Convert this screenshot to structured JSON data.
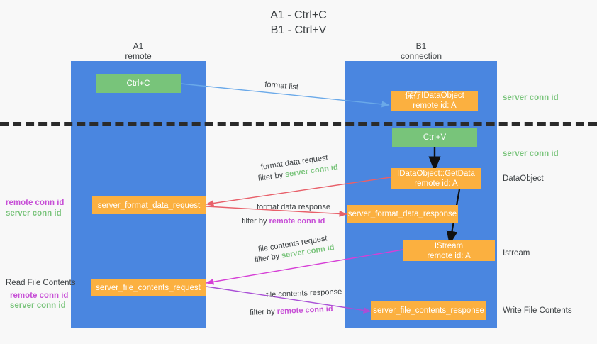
{
  "title": "A1 - Ctrl+C\nB1 - Ctrl+V",
  "columns": {
    "left": {
      "name": "A1",
      "role": "remote",
      "header": "A1\nremote"
    },
    "right": {
      "name": "B1",
      "role": "connection",
      "header": "B1\nconnection"
    }
  },
  "colors": {
    "lane": "#4a86e0",
    "box_orange": "#fbb040",
    "box_green": "#78c47a",
    "server_conn_id": "#7ac47c",
    "remote_conn_id": "#c74fd6",
    "arrow_blue": "#6aa9e9",
    "arrow_red": "#e8606a",
    "arrow_magenta": "#d63fd6",
    "arrow_purple": "#a94fd6",
    "arrow_black": "#111111",
    "divider": "#2b2b2b",
    "background": "#f8f8f8",
    "text": "#3c4043"
  },
  "boxes": {
    "ctrl_c": "Ctrl+C",
    "ctrl_v": "Ctrl+V",
    "save_idataobject": "保存IDataObject\nremote id: A",
    "getdata": "IDataObject::GetData\nremote id: A",
    "istream": "IStream\nremote id: A",
    "server_format_data_request": "server_format_data_request",
    "server_format_data_response": "server_format_data_response",
    "server_file_contents_request": "server_file_contents_request",
    "server_file_contents_response": "server_file_contents_response"
  },
  "right_labels": {
    "server_conn_id_1": "server conn id",
    "server_conn_id_2": "server conn id",
    "dataobject": "DataObject",
    "istream": "Istream",
    "write_file_contents": "Write File Contents"
  },
  "left_labels": {
    "format_remote": "remote conn id",
    "format_server": "server conn id",
    "read_file_contents": "Read File Contents",
    "file_remote": "remote conn id",
    "file_server": "server conn id"
  },
  "arrow_labels": {
    "format_list": "format list",
    "format_data_request": "format data request",
    "format_data_request_filter_pre": "filter by ",
    "format_data_request_filter_key": "server conn id",
    "format_data_response": "format data response",
    "format_data_response_filter_pre": "filter by ",
    "format_data_response_filter_key": "remote conn id",
    "file_contents_request": "file contents request",
    "file_contents_request_filter_pre": "filter by ",
    "file_contents_request_filter_key": "server conn id",
    "file_contents_response": "file contents response",
    "file_contents_response_filter_pre": "filter by ",
    "file_contents_response_filter_key": "remote conn id"
  }
}
